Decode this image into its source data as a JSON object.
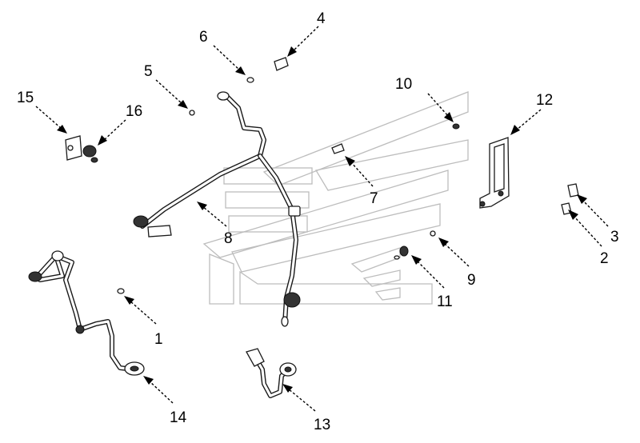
{
  "callouts": [
    {
      "id": "1",
      "label": "1"
    },
    {
      "id": "2",
      "label": "2"
    },
    {
      "id": "3",
      "label": "3"
    },
    {
      "id": "4",
      "label": "4"
    },
    {
      "id": "5",
      "label": "5"
    },
    {
      "id": "6",
      "label": "6"
    },
    {
      "id": "7",
      "label": "7"
    },
    {
      "id": "8",
      "label": "8"
    },
    {
      "id": "9",
      "label": "9"
    },
    {
      "id": "10",
      "label": "10"
    },
    {
      "id": "11",
      "label": "11"
    },
    {
      "id": "12",
      "label": "12"
    },
    {
      "id": "13",
      "label": "13"
    },
    {
      "id": "14",
      "label": "14"
    },
    {
      "id": "15",
      "label": "15"
    },
    {
      "id": "16",
      "label": "16"
    }
  ],
  "colors": {
    "ink": "#000000",
    "watermark": "#bdbdbd",
    "background": "#ffffff"
  }
}
